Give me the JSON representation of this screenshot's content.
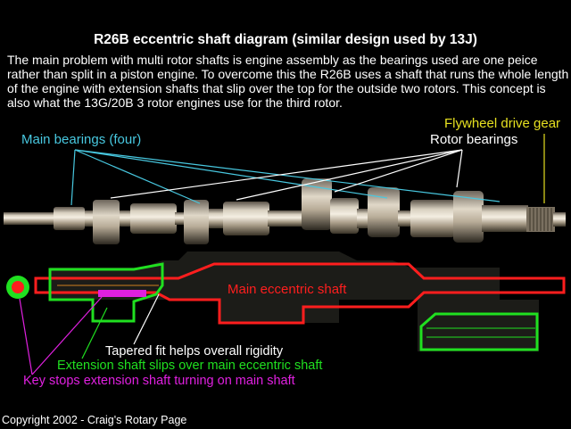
{
  "title": "R26B eccentric shaft diagram (similar design used by 13J)",
  "intro": "The main problem with multi rotor shafts is engine assembly as the bearings used are one peice rather than split in a piston engine. To overcome this the R26B uses a shaft that runs the whole length of the engine with extension shafts that slip over the top for the outside two rotors. This concept is also what the 13G/20B 3 rotor engines use for the third rotor.",
  "labels": {
    "main_bearings": "Main bearings (four)",
    "flywheel_gear": "Flywheel drive gear",
    "rotor_bearings": "Rotor bearings",
    "main_eccentric_shaft": "Main eccentric shaft",
    "tapered_fit": "Tapered fit helps overall rigidity",
    "extension_shaft": "Extension shaft slips over main eccentric shaft",
    "key_stops": "Key stops extension shaft turning on main shaft"
  },
  "copyright": "Copyright 2002 - Craig's Rotary Page",
  "colors": {
    "main_bearings": "#48c8e0",
    "flywheel": "#e6e020",
    "rotor_bearings": "#ffffff",
    "main_shaft": "#ff1e1e",
    "extension_shaft": "#20e020",
    "key": "#e020e0",
    "background": "#000000"
  }
}
